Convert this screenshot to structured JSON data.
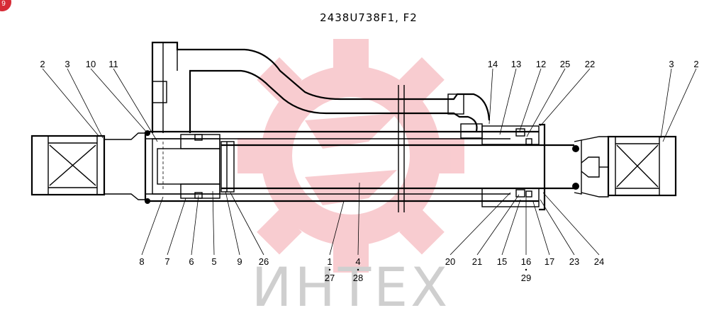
{
  "title": "2438U738F1, F2",
  "watermark": "ИНТЕХ",
  "colors": {
    "watermark_logo": "#f5b8bd",
    "line": "#000000"
  },
  "corner_badge": "9",
  "top_labels": [
    "2",
    "3",
    "10",
    "11",
    "14",
    "13",
    "12",
    "25",
    "22",
    "3",
    "2"
  ],
  "bottom_labels": [
    "8",
    "7",
    "6",
    "5",
    "9",
    "26",
    "1",
    "4",
    "20",
    "21",
    "15",
    "16",
    "17",
    "23",
    "24"
  ],
  "sub_labels": [
    "27",
    "28",
    "29"
  ]
}
